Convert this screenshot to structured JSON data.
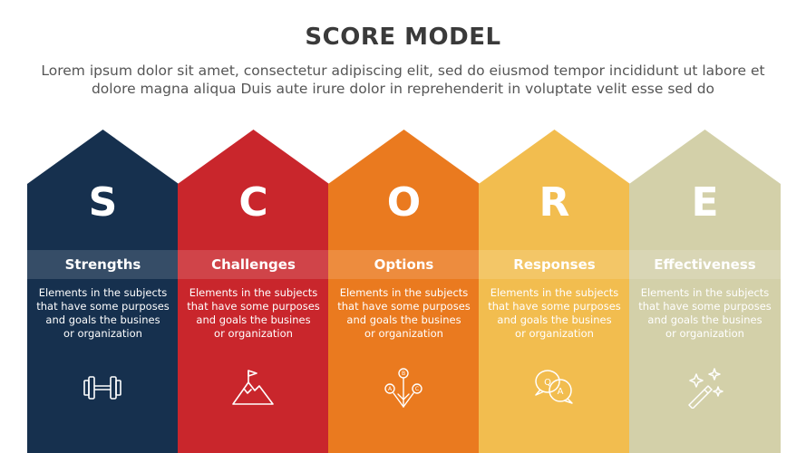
{
  "title": "SCORE MODEL",
  "subtitle": "Lorem ipsum dolor sit amet, consectetur adipiscing elit, sed do eiusmod tempor incididunt ut labore et dolore magna aliqua Duis aute irure dolor in reprehenderit in voluptate velit esse sed do",
  "columns": [
    {
      "letter": "S",
      "label": "Strengths",
      "color": "#16304e",
      "icon": "dumbbell-icon",
      "desc": [
        "Elements in the subjects",
        "that have some purposes",
        "and goals the  busines",
        "or organization"
      ]
    },
    {
      "letter": "C",
      "label": "Challenges",
      "color": "#c9262c",
      "icon": "mountain-flag-icon",
      "desc": [
        "Elements in the subjects",
        "that have some purposes",
        "and goals the  busines",
        "or organization"
      ]
    },
    {
      "letter": "O",
      "label": "Options",
      "color": "#ea7a1f",
      "icon": "options-arrows-icon",
      "desc": [
        "Elements in the subjects",
        "that have some purposes",
        "and goals the  busines",
        "or organization"
      ]
    },
    {
      "letter": "R",
      "label": "Responses",
      "color": "#f2bd4f",
      "icon": "qa-bubbles-icon",
      "desc": [
        "Elements in the subjects",
        "that have some purposes",
        "and goals the  busines",
        "or organization"
      ]
    },
    {
      "letter": "E",
      "label": "Effectiveness",
      "color": "#d3d0a9",
      "icon": "magic-wand-icon",
      "desc": [
        "Elements in the subjects",
        "that have some purposes",
        "and goals the  busines",
        "or organization"
      ]
    }
  ],
  "icon_labels": {
    "options": [
      "A",
      "B",
      "C"
    ],
    "qa": [
      "Q",
      "A"
    ]
  }
}
